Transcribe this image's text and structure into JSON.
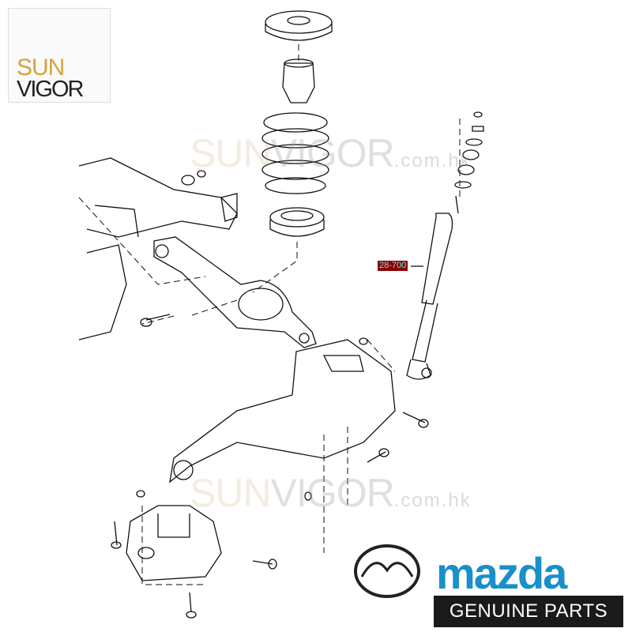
{
  "watermark": {
    "logo_top": "SUN",
    "logo_bottom": "VIGOR",
    "brand_sun": "SUN",
    "brand_vigor": "VIGOR",
    "domain": ".com.hk"
  },
  "callout": {
    "part_number": "28-700"
  },
  "brand": {
    "name": "mazda",
    "tagline": "GENUINE PARTS",
    "color": "#1a8fc9"
  },
  "colors": {
    "callout_bg": "#8b0000",
    "callout_text": "#7fe0e6"
  }
}
